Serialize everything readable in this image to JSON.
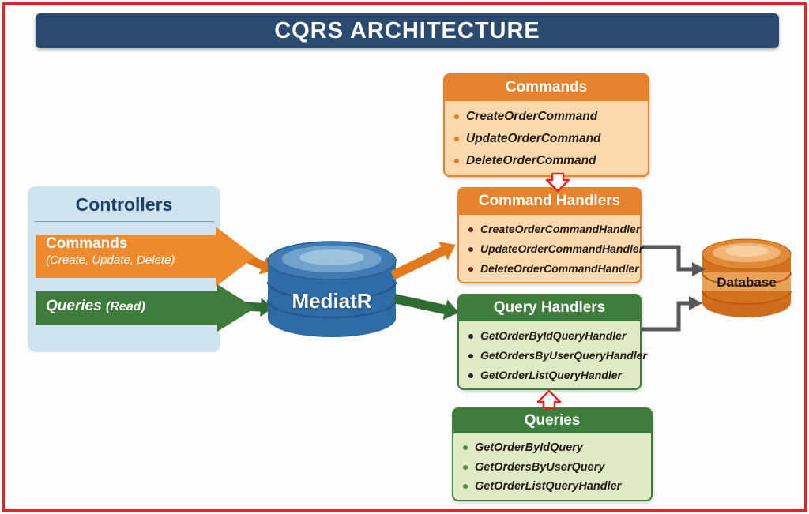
{
  "title": "CQRS ARCHITECTURE",
  "controllers": {
    "title": "Controllers",
    "commands_arrow": {
      "label": "Commands",
      "sub": "(Create, Update, Delete)"
    },
    "queries_arrow": {
      "label": "Queries",
      "sub": "(Read)"
    }
  },
  "mediatr": {
    "label": "MediatR"
  },
  "database": {
    "label": "Database"
  },
  "boxes": {
    "commands": {
      "title": "Commands",
      "items": [
        "CreateOrderCommand",
        "UpdateOrderCommand",
        "DeleteOrderCommand"
      ]
    },
    "command_handlers": {
      "title": "Command Handlers",
      "items": [
        "CreateOrderCommandHandler",
        "UpdateOrderCommandHandler",
        "DeleteOrderCommandHandler"
      ]
    },
    "query_handlers": {
      "title": "Query Handlers",
      "items": [
        "GetOrderByIdQueryHandler",
        "GetOrdersByUserQueryHandler",
        "GetOrderListQueryHandler"
      ]
    },
    "queries": {
      "title": "Queries",
      "items": [
        "GetOrderByIdQuery",
        "GetOrdersByUserQuery",
        "GetOrderListQueryHandler"
      ]
    }
  },
  "colors": {
    "frame_red": "#e3231e",
    "title_navy": "#2b4a70",
    "orange_header": "#e5822e",
    "orange_body": "#fbd9ad",
    "green_header": "#3e7d3b",
    "green_body": "#dfeac6",
    "controllers_panel": "#cfe2f0",
    "mediatr_blue": "#2e6ba7",
    "database_orange": "#d5791f",
    "connector_gray": "#58585a",
    "flow_arrow_red": "#e8251d"
  }
}
